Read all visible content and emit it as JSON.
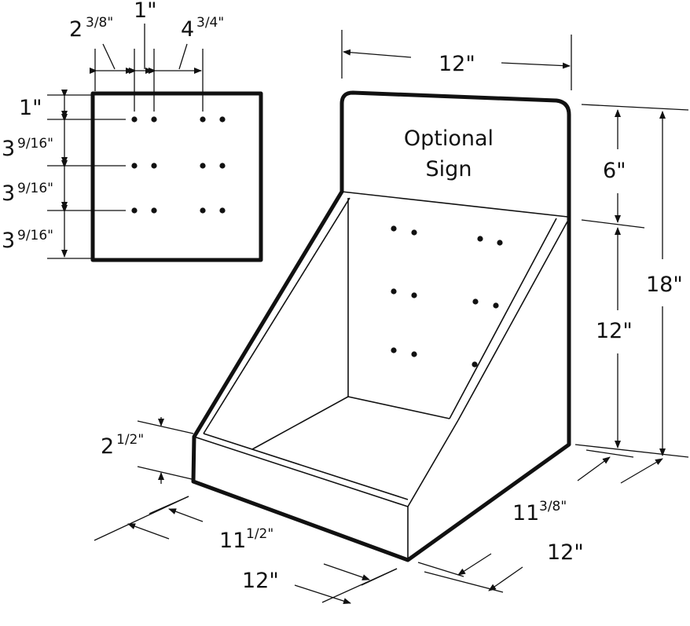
{
  "labels": {
    "sign_line1": "Optional",
    "sign_line2": "Sign",
    "top_width": "12\"",
    "sign_height": "6\"",
    "total_height": "18\"",
    "back_height": "12\"",
    "front_lip_int": "2",
    "front_lip_frac": "1/2\"",
    "front_width_int": "11",
    "front_width_frac": "1/2\"",
    "front_width_outer": "12\"",
    "depth_int": "11",
    "depth_frac": "3/8\"",
    "depth_outer": "12\"",
    "hole_a_int": "2",
    "hole_a_frac": "3/8\"",
    "hole_b": "1\"",
    "hole_c_int": "4",
    "hole_c_frac": "3/4\"",
    "hole_top": "1\"",
    "row1_int": "3",
    "row1_frac": "9/16\"",
    "row2_int": "3",
    "row2_frac": "9/16\"",
    "row3_int": "3",
    "row3_frac": "9/16\""
  }
}
